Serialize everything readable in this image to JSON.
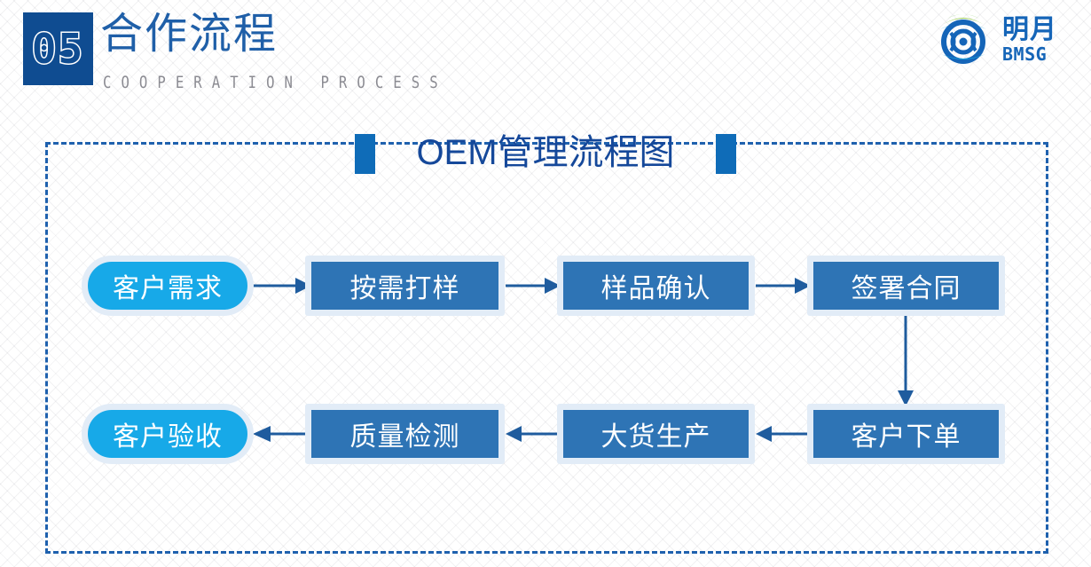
{
  "header": {
    "section_number": "05",
    "title_cn": "合作流程",
    "title_en": "COOPERATION PROCESS",
    "badge_color": "#0F4C91",
    "title_color": "#1F5FA8",
    "subtitle_color": "#8B8B92"
  },
  "logo": {
    "name_cn": "明月",
    "name_en": "BMSG",
    "mark_name": "globe-emblem-icon",
    "color": "#1565B8",
    "accent_green": "#6FBE44",
    "accent_cyan": "#19A7DE"
  },
  "diagram": {
    "title": "OEM管理流程图",
    "title_color": "#15489A",
    "marker_color": "#0F6CB8",
    "frame_border_color": "#1F61AE",
    "rect_fill": "#2E74B5",
    "pill_fill": "#17A9E8",
    "node_halo": "#E2ECF7",
    "arrow_color": "#1F5C9E",
    "nodes": [
      {
        "id": "customer-requirement",
        "label": "客户需求",
        "shape": "pill",
        "row": 1,
        "col": 1
      },
      {
        "id": "sampling-on-demand",
        "label": "按需打样",
        "shape": "rect",
        "row": 1,
        "col": 2
      },
      {
        "id": "sample-confirmation",
        "label": "样品确认",
        "shape": "rect",
        "row": 1,
        "col": 3
      },
      {
        "id": "sign-contract",
        "label": "签署合同",
        "shape": "rect",
        "row": 1,
        "col": 4
      },
      {
        "id": "customer-acceptance",
        "label": "客户验收",
        "shape": "pill",
        "row": 2,
        "col": 1
      },
      {
        "id": "quality-inspection",
        "label": "质量检测",
        "shape": "rect",
        "row": 2,
        "col": 2
      },
      {
        "id": "bulk-production",
        "label": "大货生产",
        "shape": "rect",
        "row": 2,
        "col": 3
      },
      {
        "id": "customer-order",
        "label": "客户下单",
        "shape": "rect",
        "row": 2,
        "col": 4
      }
    ],
    "edges": [
      {
        "from": "customer-requirement",
        "to": "sampling-on-demand",
        "direction": "right"
      },
      {
        "from": "sampling-on-demand",
        "to": "sample-confirmation",
        "direction": "right"
      },
      {
        "from": "sample-confirmation",
        "to": "sign-contract",
        "direction": "right"
      },
      {
        "from": "sign-contract",
        "to": "customer-order",
        "direction": "down"
      },
      {
        "from": "customer-order",
        "to": "bulk-production",
        "direction": "left"
      },
      {
        "from": "bulk-production",
        "to": "quality-inspection",
        "direction": "left"
      },
      {
        "from": "quality-inspection",
        "to": "customer-acceptance",
        "direction": "left"
      }
    ]
  }
}
